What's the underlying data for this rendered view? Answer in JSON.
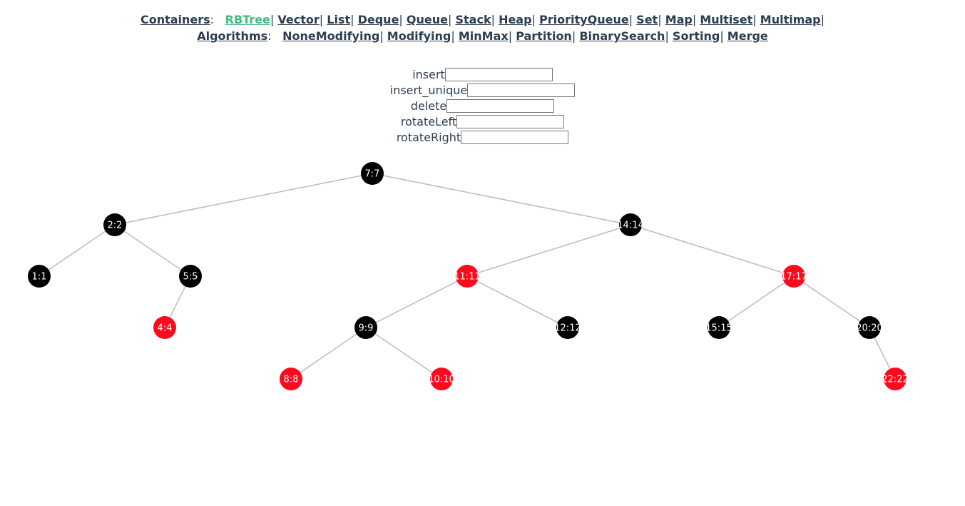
{
  "nav": {
    "containers_label": "Containers",
    "containers_colon": ":",
    "containers": [
      "RBTree",
      "Vector",
      "List",
      "Deque",
      "Queue",
      "Stack",
      "Heap",
      "PriorityQueue",
      "Set",
      "Map",
      "Multiset",
      "Multimap"
    ],
    "active": "RBTree",
    "algorithms_label": "Algorithms",
    "algorithms_colon": ":",
    "algorithms": [
      "NoneModifying",
      "Modifying",
      "MinMax",
      "Partition",
      "BinarySearch",
      "Sorting",
      "Merge"
    ]
  },
  "operations": [
    {
      "label": "insert",
      "value": ""
    },
    {
      "label": "insert_unique",
      "value": ""
    },
    {
      "label": "delete",
      "value": ""
    },
    {
      "label": "rotateLeft",
      "value": ""
    },
    {
      "label": "rotateRight",
      "value": ""
    }
  ],
  "colors": {
    "red": "#ff0a1c",
    "black": "#000000",
    "edge": "#bbbbbb",
    "link": "#2c3e50",
    "active_link": "#42b983"
  },
  "tree": {
    "nodes": [
      {
        "key": 7,
        "label": "7:7",
        "color": "black",
        "parent": null
      },
      {
        "key": 2,
        "label": "2:2",
        "color": "black",
        "parent": 7
      },
      {
        "key": 14,
        "label": "14:14",
        "color": "black",
        "parent": 7
      },
      {
        "key": 1,
        "label": "1:1",
        "color": "black",
        "parent": 2
      },
      {
        "key": 5,
        "label": "5:5",
        "color": "black",
        "parent": 2
      },
      {
        "key": 4,
        "label": "4:4",
        "color": "red",
        "parent": 5
      },
      {
        "key": 11,
        "label": "11:11",
        "color": "red",
        "parent": 14
      },
      {
        "key": 17,
        "label": "17:17",
        "color": "red",
        "parent": 14
      },
      {
        "key": 9,
        "label": "9:9",
        "color": "black",
        "parent": 11
      },
      {
        "key": 12,
        "label": "12:12",
        "color": "black",
        "parent": 11
      },
      {
        "key": 8,
        "label": "8:8",
        "color": "red",
        "parent": 9
      },
      {
        "key": 10,
        "label": "10:10",
        "color": "red",
        "parent": 9
      },
      {
        "key": 15,
        "label": "15:15",
        "color": "black",
        "parent": 17
      },
      {
        "key": 20,
        "label": "20:20",
        "color": "black",
        "parent": 17
      },
      {
        "key": 22,
        "label": "22:22",
        "color": "red",
        "parent": 20
      }
    ]
  }
}
